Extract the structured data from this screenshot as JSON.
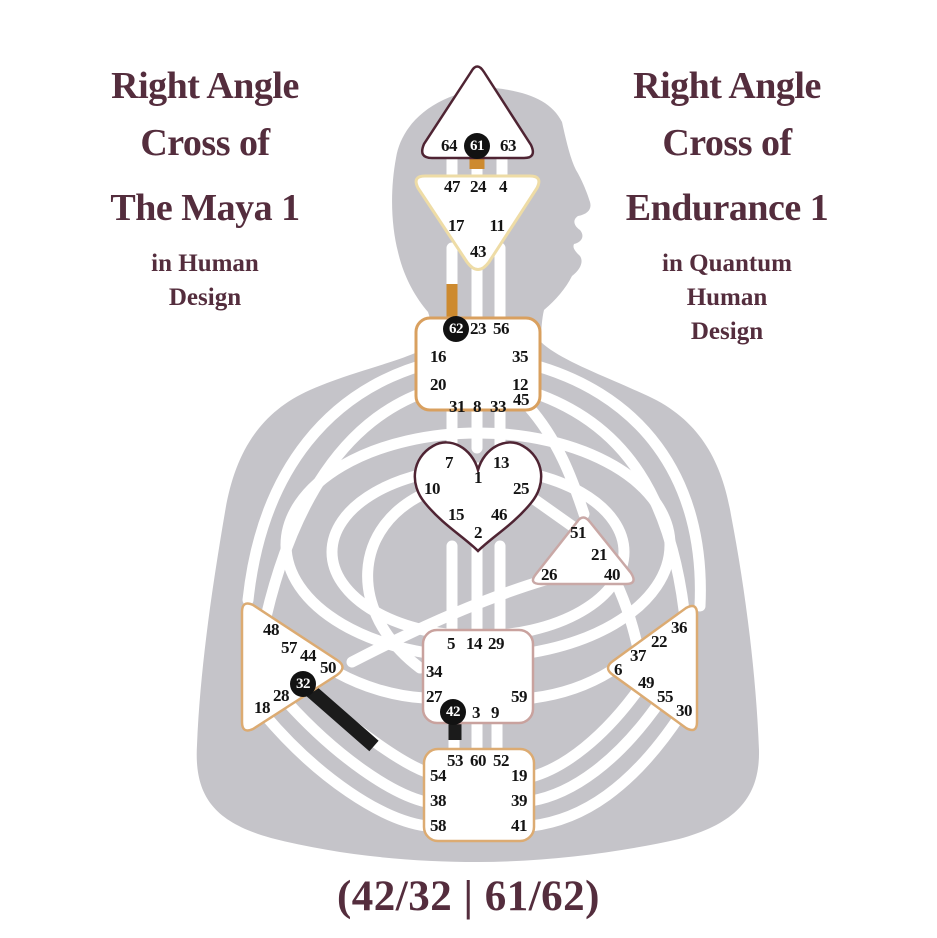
{
  "title_left": {
    "line1": "Right Angle",
    "line2": "Cross of",
    "line3": "The Maya 1",
    "sub1": "in Human",
    "sub2": "Design"
  },
  "title_right": {
    "line1": "Right Angle",
    "line2": "Cross of",
    "line3": "Endurance 1",
    "sub1": "in Quantum",
    "sub2": "Human",
    "sub3": "Design"
  },
  "footer": {
    "text": "(42/32 | 61/62)"
  },
  "activated_gates": [
    "42",
    "32",
    "61",
    "62"
  ],
  "gates": {
    "head": [
      "64",
      "61",
      "63"
    ],
    "ajna": [
      "47",
      "24",
      "4",
      "17",
      "11",
      "43"
    ],
    "throat": [
      "62",
      "23",
      "56",
      "16",
      "35",
      "20",
      "12",
      "31",
      "8",
      "33",
      "45"
    ],
    "g": [
      "7",
      "13",
      "1",
      "10",
      "25",
      "15",
      "46",
      "2"
    ],
    "will": [
      "51",
      "21",
      "26",
      "40"
    ],
    "spleen": [
      "48",
      "57",
      "44",
      "50",
      "32",
      "28",
      "18"
    ],
    "sacral": [
      "5",
      "14",
      "29",
      "34",
      "27",
      "59",
      "42",
      "3",
      "9"
    ],
    "solar": [
      "36",
      "22",
      "37",
      "6",
      "49",
      "55",
      "30"
    ],
    "root": [
      "53",
      "60",
      "52",
      "54",
      "19",
      "38",
      "39",
      "58",
      "41"
    ]
  },
  "colors": {
    "title_maroon": "#542d3d",
    "body_gray": "#c5c4c9",
    "channel_white": "#ffffff",
    "defined_orange": "#cd8a2f",
    "defined_black": "#1b1b1b",
    "head_border": "#4f2433",
    "ajna_border": "#eedca6",
    "throat_border": "#d9a05f",
    "g_border": "#4f2433",
    "will_border": "#c9a8a6",
    "sacral_border": "#c9a29e",
    "spleen_border": "#dcab72",
    "solar_border": "#dcab72",
    "root_border": "#dcab72"
  }
}
